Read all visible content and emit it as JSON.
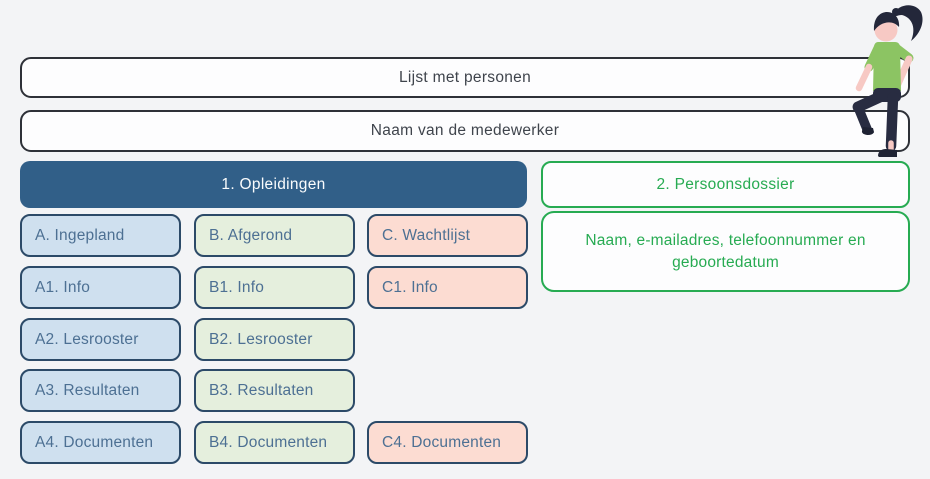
{
  "top_bars": [
    {
      "label": "Lijst met personen"
    },
    {
      "label": "Naam van de medewerker"
    }
  ],
  "sections": {
    "opleidingen": {
      "label": "1. Opleidingen",
      "color": "#315f88"
    },
    "persoonsdossier": {
      "label": "2. Persoonsdossier",
      "color": "#27ab52",
      "details": "Naam, e-mailadres, telefoonnummer en geboortedatum"
    }
  },
  "columns": [
    {
      "id": "A",
      "fill": "#cfe0ef",
      "items": [
        {
          "label": "A. Ingepland"
        },
        {
          "label": "A1. Info"
        },
        {
          "label": "A2. Lesrooster"
        },
        {
          "label": "A3. Resultaten"
        },
        {
          "label": "A4. Documenten"
        }
      ]
    },
    {
      "id": "B",
      "fill": "#e5efdd",
      "items": [
        {
          "label": "B. Afgerond"
        },
        {
          "label": "B1. Info"
        },
        {
          "label": "B2. Lesrooster"
        },
        {
          "label": "B3. Resultaten"
        },
        {
          "label": "B4. Documenten"
        }
      ]
    },
    {
      "id": "C",
      "fill": "#fcdcd2",
      "items": [
        {
          "label": "C. Wachtlijst"
        },
        {
          "label": "C1. Info"
        },
        {
          "label": "C4. Documenten"
        }
      ]
    }
  ],
  "illustration": {
    "name": "woman-leaning-illustration"
  }
}
